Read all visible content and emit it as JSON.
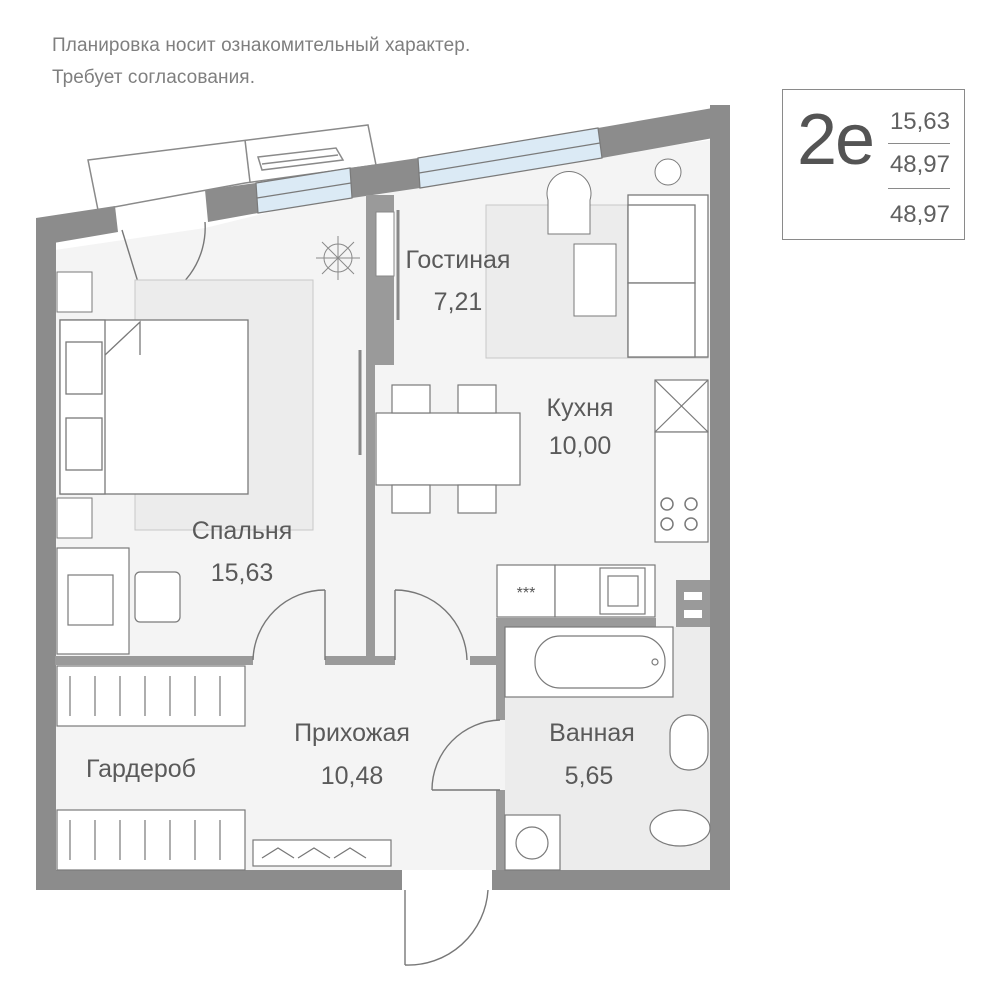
{
  "disclaimer": {
    "line1": "Планировка носит ознакомительный характер.",
    "line2": "Требует согласования."
  },
  "badge": {
    "code": "2е",
    "value1": "15,63",
    "value2": "48,97",
    "value3": "48,97"
  },
  "rooms": {
    "living": {
      "name": "Гостиная",
      "area": "7,21"
    },
    "kitchen": {
      "name": "Кухня",
      "area": "10,00"
    },
    "bedroom": {
      "name": "Спальня",
      "area": "15,63"
    },
    "hall": {
      "name": "Прихожая",
      "area": "10,48"
    },
    "bath": {
      "name": "Ванная",
      "area": "5,65"
    },
    "wardrobe": {
      "name": "Гардероб"
    }
  },
  "appliances": {
    "dishwasher_label": "***"
  },
  "colors": {
    "wall": "#8c8c8c",
    "floor": "#f4f4f4",
    "line": "#7a7a7a",
    "window": "#dbeaf5",
    "text": "#5a5a5a"
  }
}
